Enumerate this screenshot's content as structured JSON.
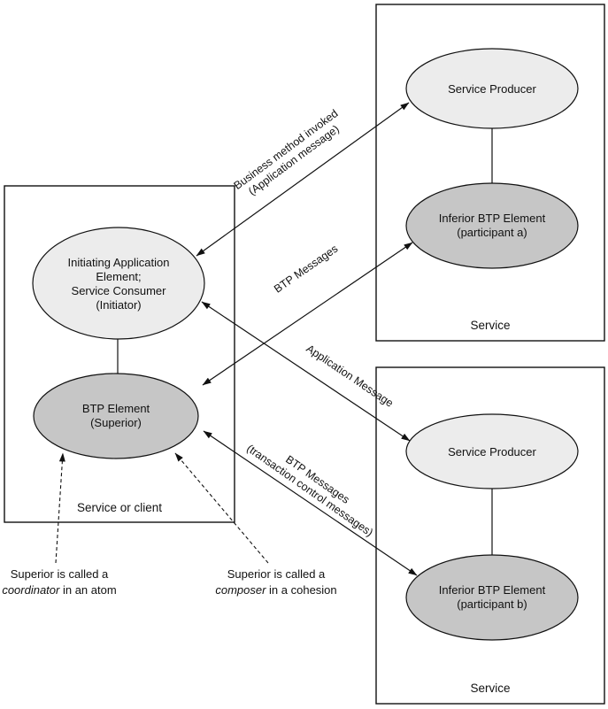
{
  "colors": {
    "light_node_fill": "#ececec",
    "dark_node_fill": "#c6c6c6",
    "line": "#111111",
    "background": "#ffffff"
  },
  "boxes": {
    "client": {
      "label": "Service or client"
    },
    "service_a": {
      "label": "Service"
    },
    "service_b": {
      "label": "Service"
    }
  },
  "nodes": {
    "initiating_app": {
      "lines": [
        "Initiating Application",
        "Element;",
        "Service Consumer",
        "(Initiator)"
      ]
    },
    "superior": {
      "lines": [
        "BTP Element",
        "(Superior)"
      ]
    },
    "producer_a": {
      "label": "Service Producer"
    },
    "inferior_a": {
      "lines": [
        "Inferior BTP Element",
        "(participant a)"
      ]
    },
    "producer_b": {
      "label": "Service Producer"
    },
    "inferior_b": {
      "lines": [
        "Inferior BTP Element",
        "(participant b)"
      ]
    }
  },
  "edges": {
    "business_method": {
      "lines": [
        "Business method invoked",
        "(Application message)"
      ]
    },
    "btp_messages_a": {
      "label": "BTP Messages"
    },
    "application_message": {
      "label": "Application Message"
    },
    "btp_messages_b": {
      "lines": [
        "BTP Messages",
        "(transaction control messages)"
      ]
    }
  },
  "annotations": {
    "coordinator": {
      "line1": "Superior is called a",
      "italic_word": "coordinator",
      "line2_rest": " in an atom"
    },
    "composer": {
      "line1": "Superior is called a",
      "italic_word": "composer",
      "line2_rest": " in a cohesion"
    }
  }
}
